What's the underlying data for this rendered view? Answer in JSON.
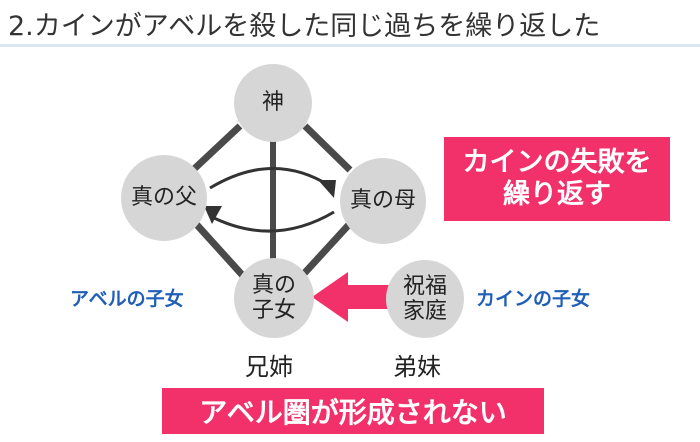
{
  "title": "2.カインがアベルを殺した同じ過ちを繰り返した",
  "nodes": {
    "god": "神",
    "true_father": "真の父",
    "true_mother": "真の母",
    "true_children": "真の\n子女",
    "blessed_family": "祝福\n家庭"
  },
  "labels": {
    "abel_children": "アベルの子女",
    "cain_children": "カインの子女",
    "elder_siblings": "兄姉",
    "younger_siblings": "弟妹"
  },
  "callouts": {
    "repeat_cain_failure": "カインの失敗を\n繰り返す",
    "abel_sphere_not_formed": "アベル圏が形成されない"
  },
  "colors": {
    "accent_pink": "#f2306a",
    "label_blue": "#1f5fb8",
    "node_gray": "#d6d6d6",
    "line_dark": "#4a4a4a"
  }
}
